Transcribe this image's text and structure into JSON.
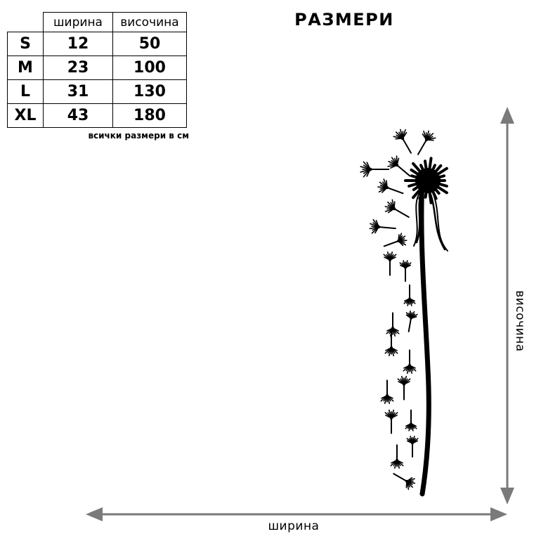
{
  "title": "РАЗМЕРИ",
  "table": {
    "headers": [
      "ширина",
      "височина"
    ],
    "rows": [
      {
        "size": "S",
        "width": "12",
        "height": "50"
      },
      {
        "size": "M",
        "width": "23",
        "height": "100"
      },
      {
        "size": "L",
        "width": "31",
        "height": "130"
      },
      {
        "size": "XL",
        "width": "43",
        "height": "180"
      }
    ]
  },
  "note": "всички размери в см",
  "axis_labels": {
    "width": "ширина",
    "height": "височина"
  },
  "colors": {
    "arrow": "#7a7a7a",
    "ink": "#000000"
  },
  "illustration": "dandelion-silhouette"
}
